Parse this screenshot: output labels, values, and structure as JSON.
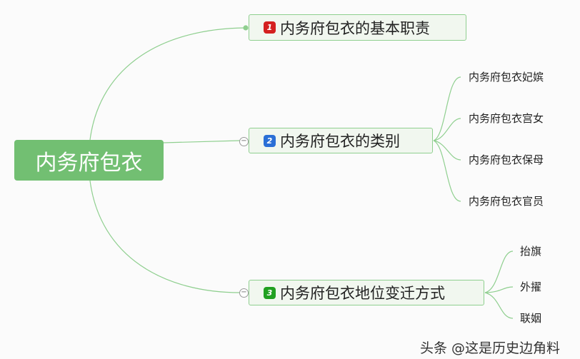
{
  "root": {
    "label": "内务府包衣"
  },
  "topics": [
    {
      "number": "1",
      "label": "内务府包衣的基本职责",
      "badge_color": "#d42020",
      "children": []
    },
    {
      "number": "2",
      "label": "内务府包衣的类别",
      "badge_color": "#2a6fd6",
      "children": [
        "内务府包衣妃嫔",
        "内务府包衣宫女",
        "内务府包衣保母",
        "内务府包衣官员"
      ]
    },
    {
      "number": "3",
      "label": "内务府包衣地位变迁方式",
      "badge_color": "#21a021",
      "children": [
        "抬旗",
        "外擢",
        "联姻"
      ]
    }
  ],
  "watermark": "头条 @这是历史边角料"
}
